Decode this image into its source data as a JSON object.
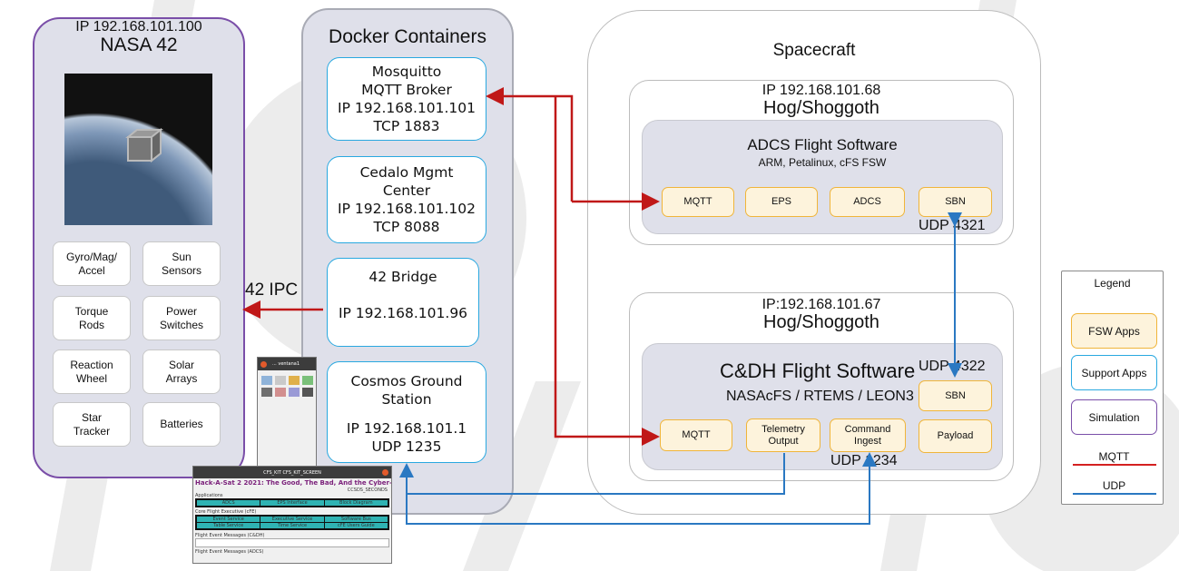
{
  "nasa42": {
    "ip": "IP 192.168.101.100",
    "title": "NASA 42",
    "buttons": [
      {
        "l1": "Gyro/Mag/",
        "l2": "Accel"
      },
      {
        "l1": "Sun",
        "l2": "Sensors"
      },
      {
        "l1": "Torque",
        "l2": "Rods"
      },
      {
        "l1": "Power",
        "l2": "Switches"
      },
      {
        "l1": "Reaction",
        "l2": "Wheel"
      },
      {
        "l1": "Solar",
        "l2": "Arrays"
      },
      {
        "l1": "Star",
        "l2": "Tracker"
      },
      {
        "l1": "Batteries",
        "l2": ""
      }
    ]
  },
  "docker": {
    "title": "Docker Containers",
    "mosquitto": {
      "l1": "Mosquitto",
      "l2": "MQTT Broker",
      "l3": "IP 192.168.101.101",
      "l4": "TCP 1883"
    },
    "cedalo": {
      "l1": "Cedalo Mgmt",
      "l2": "Center",
      "l3": "IP 192.168.101.102",
      "l4": "TCP 8088"
    },
    "bridge": {
      "l1": "42 Bridge",
      "l2": "IP 192.168.101.96"
    },
    "cosmos": {
      "l1": "Cosmos Ground",
      "l2": "Station",
      "l3": "IP 192.168.101.1",
      "l4": "UDP 1235"
    }
  },
  "ipc_label": "42 IPC",
  "spacecraft": {
    "title": "Spacecraft",
    "hog1": {
      "ip": "IP 192.168.101.68",
      "name": "Hog/Shoggoth",
      "fsw_title": "ADCS Flight Software",
      "fsw_sub": "ARM, Petalinux, cFS FSW",
      "apps": [
        "MQTT",
        "EPS",
        "ADCS",
        "SBN"
      ],
      "udp": "UDP 4321"
    },
    "hog2": {
      "ip": "IP:192.168.101.67",
      "name": "Hog/Shoggoth",
      "fsw_title": "C&DH Flight Software",
      "fsw_sub": "NASAcFS / RTEMS / LEON3",
      "udp_top": "UDP 4322",
      "apps": {
        "sbn": "SBN",
        "mqtt": "MQTT",
        "tlm1": "Telemetry",
        "tlm2": "Output",
        "cmd1": "Command",
        "cmd2": "Ingest",
        "payload": "Payload"
      },
      "udp_bottom": "UDP 1234"
    }
  },
  "legend": {
    "title": "Legend",
    "fsw": "FSW Apps",
    "support": "Support Apps",
    "sim": "Simulation",
    "mqtt": "MQTT",
    "udp": "UDP"
  },
  "colors": {
    "mqtt": "#d42020",
    "udp": "#2a78c2",
    "support": "#29a8e0",
    "fsw": "#f0b53a",
    "sim": "#7a4ea8"
  },
  "screens": {
    "launcher_title": "... ventana1",
    "cfs_title": "CFS_KIT CFS_KIT_SCREEN",
    "cfs_banner": "Hack-A-Sat 2 2021: The Good, The Bad, And the Cyber-Secure",
    "cfs_sub": "CCSDS_SECONDS",
    "apps_label": "Applications",
    "apps": [
      "ADCS",
      "EPS Interface",
      "Block Diagram"
    ],
    "core_label": "Core Flight Executive (cFE)",
    "core": [
      "Event Service",
      "Executive Service",
      "Software Bus",
      "Table Service",
      "Time Service",
      "cFE Users Guide"
    ],
    "msg1": "Flight Event Messages (C&DH)",
    "msg2": "Flight Event Messages (ADCS)"
  }
}
